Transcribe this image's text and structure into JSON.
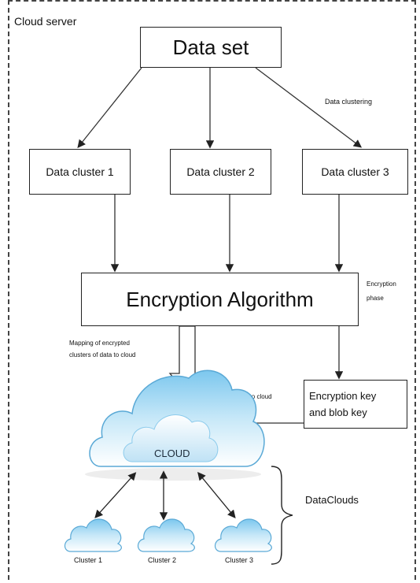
{
  "frame_label": "Cloud server",
  "dataset": "Data set",
  "clusters": [
    "Data cluster 1",
    "Data cluster 2",
    "Data cluster 3"
  ],
  "annotation_clustering": "Data clustering",
  "encryption": "Encryption Algorithm",
  "annotation_phase": [
    "Encryption",
    "phase"
  ],
  "annotation_mapping": [
    "Mapping of encrypted",
    "clusters of data to cloud"
  ],
  "annotation_storing": "Storing to cloud",
  "key_box": [
    "Encryption key",
    "and blob key"
  ],
  "cloud_label": "CLOUD",
  "small_clouds": [
    "Cluster 1",
    "Cluster 2",
    "Cluster 3"
  ],
  "dataclouds_label": "DataClouds"
}
